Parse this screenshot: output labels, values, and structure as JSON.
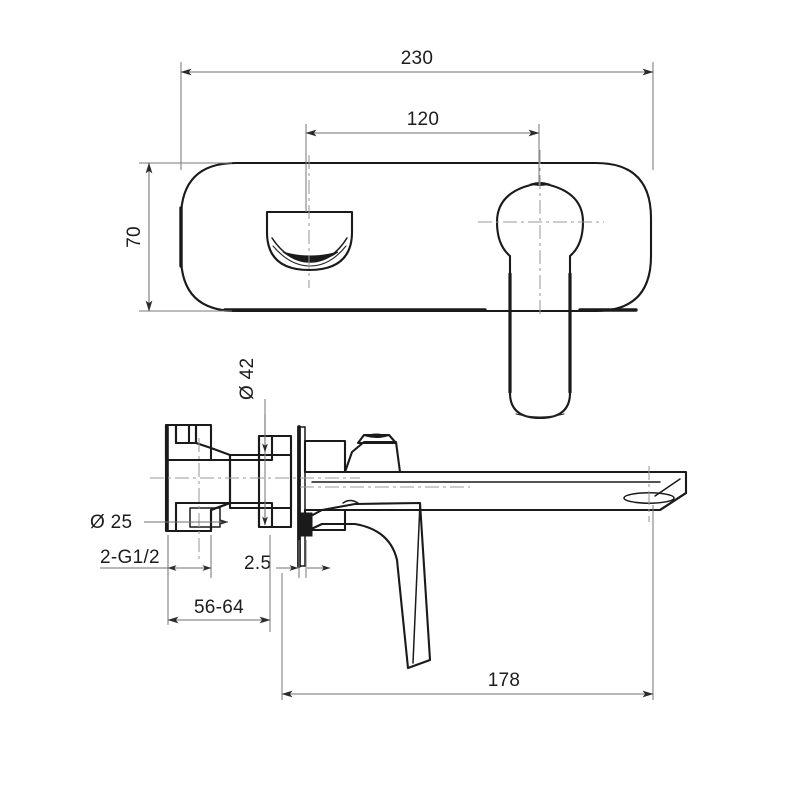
{
  "drawing": {
    "title": "Wall-mounted basin mixer dimensional drawing",
    "units_note": "",
    "line_color": "#1a1a1a",
    "dim_color": "#6f6f6f",
    "background": "#ffffff"
  },
  "views": {
    "front": {
      "name": "front-elevation-view",
      "description": "Escutcheon plate with lever handle and aerator opening"
    },
    "side": {
      "name": "side-section-view",
      "description": "Side sectional view of wall body, spout and lever"
    }
  },
  "dimensions": {
    "plate_width": {
      "label": "230",
      "name": "dimension-plate-width",
      "orientation": "horizontal"
    },
    "handle_offset": {
      "label": "120",
      "name": "dimension-handle-offset",
      "orientation": "horizontal"
    },
    "plate_height": {
      "label": "70",
      "name": "dimension-plate-height",
      "orientation": "vertical"
    },
    "body_diameter": {
      "label": "Ø 42",
      "name": "dimension-body-diameter",
      "orientation": "vertical"
    },
    "inlet_diameter": {
      "label": "Ø 25",
      "name": "dimension-inlet-diameter",
      "orientation": "leader"
    },
    "thread_spec": {
      "label": "2-G1/2",
      "name": "dimension-thread-spec",
      "orientation": "leader"
    },
    "plate_thickness": {
      "label": "2.5",
      "name": "dimension-plate-thickness",
      "orientation": "horizontal"
    },
    "install_depth": {
      "label": "56-64",
      "name": "dimension-install-depth",
      "orientation": "horizontal"
    },
    "spout_reach": {
      "label": "178",
      "name": "dimension-spout-reach",
      "orientation": "horizontal"
    }
  }
}
